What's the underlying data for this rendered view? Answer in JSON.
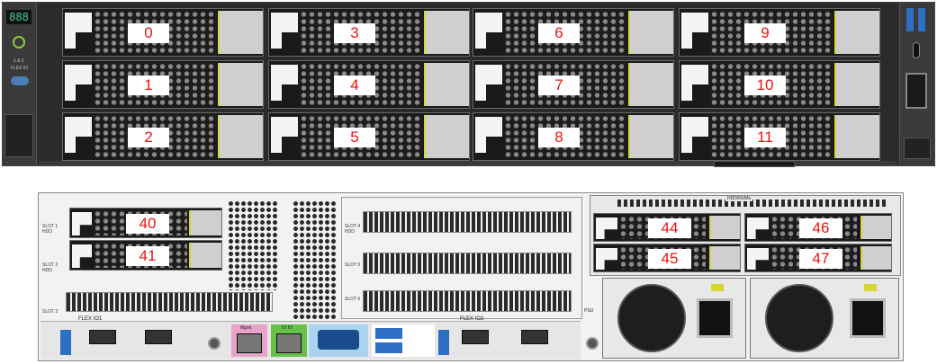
{
  "front": {
    "display_digits": "888",
    "ports_label": "FLEX IO",
    "led_label": "1 & 2",
    "bay_numbers": [
      "0",
      "1",
      "2",
      "3",
      "4",
      "5",
      "6",
      "7",
      "8",
      "9",
      "10",
      "11"
    ]
  },
  "rear": {
    "top_bay_numbers": [
      "40",
      "41"
    ],
    "right_bay_numbers": [
      "44",
      "45",
      "46",
      "47"
    ],
    "slot_labels": [
      "SLOT 1",
      "SLOT 2",
      "SLOT 3",
      "SLOT 4",
      "SLOT 5",
      "SLOT 6"
    ],
    "hdd_label": "HDD",
    "flex_io1": "FLEX IO1",
    "flex_io2": "FLEX IO2",
    "mgmt_label": "Mgmt",
    "io_label": "IO IO",
    "psu_label": "PSU",
    "hdd_top_label": "HDD/NVMe"
  },
  "colors": {
    "label_text": "#e8140c",
    "latch_yellow": "#d6d634",
    "mgmt_port": "#e8a3c8",
    "io_port": "#66c04a",
    "vga_port": "#a9d3ef",
    "usb_port": "#2d6fc4"
  }
}
